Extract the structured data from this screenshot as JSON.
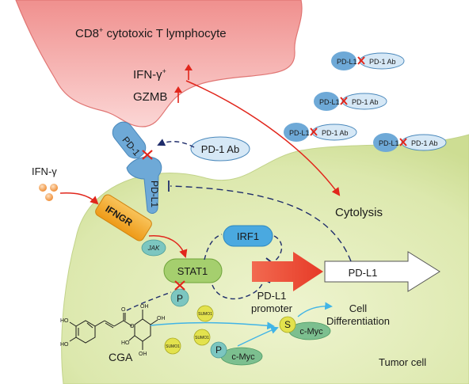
{
  "t_cell": {
    "title_main": "CD8",
    "title_sup": "+",
    "title_rest": " cytotoxic T lymphocyte",
    "ifng_plus": "IFN-γ",
    "ifng_plus_sup": "+",
    "gzmb": "GZMB"
  },
  "receptors": {
    "pd1": "PD-1",
    "pdl1_membrane": "PD-L1",
    "pd1_ab": "PD-1 Ab",
    "ifngr": "IFNGR",
    "jak": "JAK"
  },
  "complexes": {
    "pdl1": "PD-L1",
    "ab": "PD-1 Ab"
  },
  "ligand": {
    "ifng": "IFN-γ"
  },
  "signaling": {
    "stat1": "STAT1",
    "p_stat1": "P",
    "irf1": "IRF1",
    "promoter_line1": "PD-L1",
    "promoter_line2": "promoter",
    "pdl1_product": "PD-L1"
  },
  "outcomes": {
    "cytolysis": "Cytolysis",
    "cell": "Cell",
    "differentiation": "Differentiation"
  },
  "compound": {
    "cga": "CGA",
    "ho": "HO",
    "oh": "OH",
    "o": "O"
  },
  "sumo": {
    "label": "SUMO1"
  },
  "myc": {
    "s": "S",
    "p": "P",
    "cmyc": "c-Myc"
  },
  "cell_label": "Tumor cell",
  "colors": {
    "t_cell_fill": "#f4a9a8",
    "t_cell_stroke": "#e07573",
    "tumor_fill": "#dfe9b4",
    "blue_receptor": "#6ea9d7",
    "ab_fill": "#d6e8f6",
    "ifngr_orange": "#f5a623",
    "stat1_green": "#a5cf6e",
    "irf1_blue": "#4aa9e0",
    "teal": "#7cc6c0",
    "red_arrow": "#e1261c",
    "sumo_yellow": "#e3e24d",
    "dashed_navy": "#1f2d6b",
    "cyan_arrow": "#41b4e6"
  }
}
